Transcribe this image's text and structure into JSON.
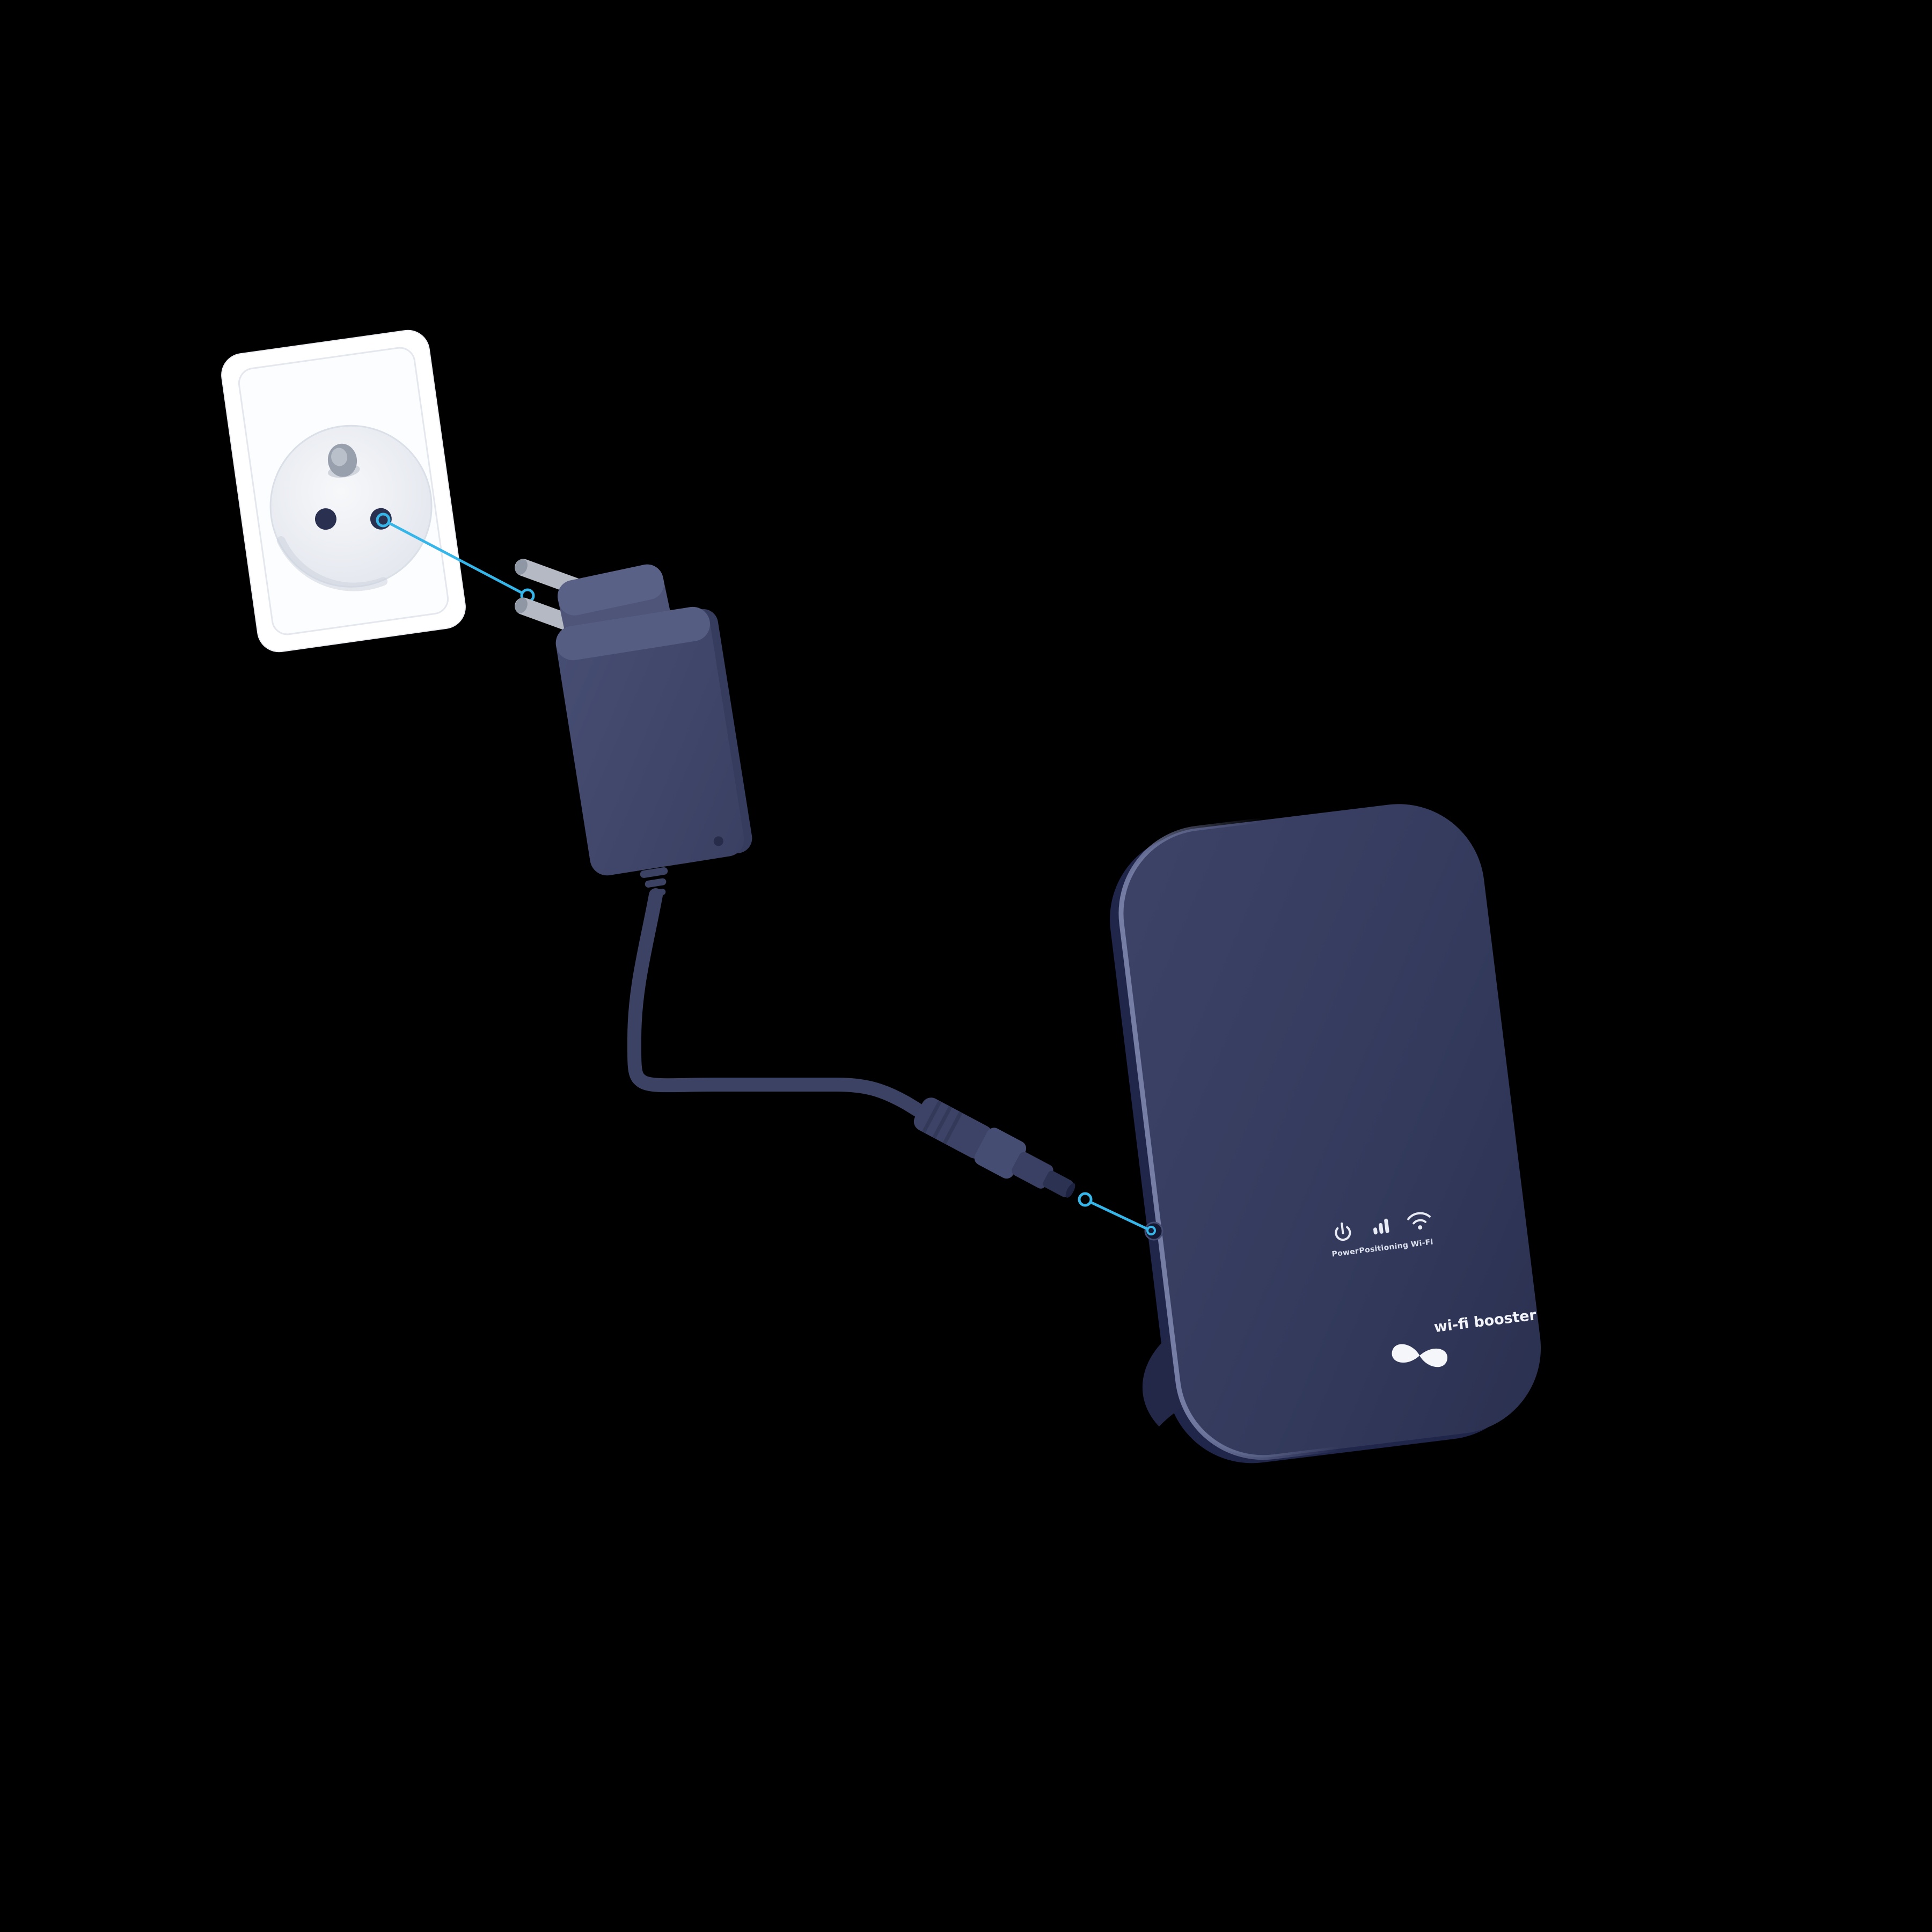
{
  "scene": {
    "background_color": "#000000",
    "accent_color": "#35b5e8",
    "device_color": "#363c5e",
    "socket_color": "#ffffff"
  },
  "device": {
    "product_label": "wi-fi booster",
    "leds": [
      {
        "name": "power-led",
        "label": "Power"
      },
      {
        "name": "positioning-led",
        "label": "Positioning"
      },
      {
        "name": "wifi-led",
        "label": "Wi-Fi"
      }
    ]
  }
}
